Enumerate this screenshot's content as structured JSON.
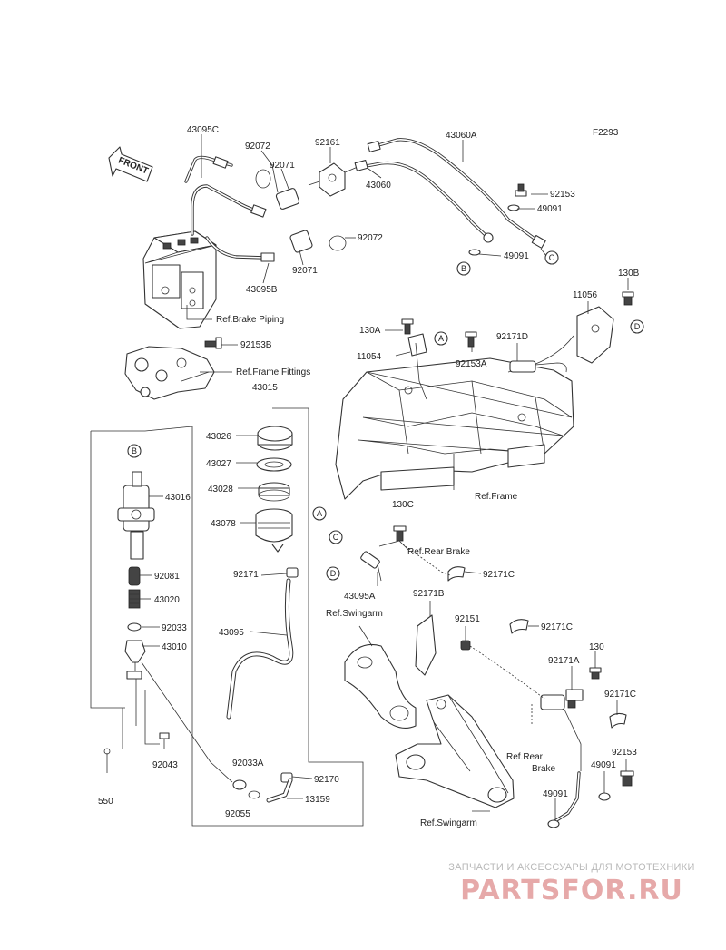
{
  "figure_code": "F2293",
  "front_arrow": "FRONT",
  "callouts": [
    "A",
    "B",
    "C",
    "D"
  ],
  "parts": {
    "p43095C": "43095C",
    "p92072a": "92072",
    "p92071a": "92071",
    "p92161": "92161",
    "p43060A": "43060A",
    "p43060": "43060",
    "p92153a": "92153",
    "p49091a": "49091",
    "p49091b": "49091",
    "p92072b": "92072",
    "p92071b": "92071",
    "p43095B": "43095B",
    "p130B": "130B",
    "p11056": "11056",
    "p130A": "130A",
    "p11054": "11054",
    "p92171D": "92171D",
    "p92153A": "92153A",
    "p92153B": "92153B",
    "p43015": "43015",
    "p43026": "43026",
    "p43027": "43027",
    "p43028": "43028",
    "p43078": "43078",
    "p43016": "43016",
    "p92081": "92081",
    "p43020": "43020",
    "p92033": "92033",
    "p43010": "43010",
    "p92043": "92043",
    "p550": "550",
    "p92171": "92171",
    "p43095": "43095",
    "p92033A": "92033A",
    "p92170": "92170",
    "p13159": "13159",
    "p92055": "92055",
    "p130C": "130C",
    "p43095A": "43095A",
    "p92171C_a": "92171C",
    "p92171B": "92171B",
    "p92151": "92151",
    "p92171C_b": "92171C",
    "p130": "130",
    "p92171A": "92171A",
    "p92171C_c": "92171C",
    "p92153b": "92153",
    "p49091c": "49091",
    "p49091d": "49091"
  },
  "refs": {
    "brake_piping": "Ref.Brake Piping",
    "frame_fittings": "Ref.Frame Fittings",
    "frame": "Ref.Frame",
    "rear_brake_top": "Ref.Rear Brake",
    "swingarm_top": "Ref.Swingarm",
    "rear_brake_bottom_1": "Ref.Rear",
    "rear_brake_bottom_2": "Brake",
    "swingarm_bottom": "Ref.Swingarm"
  },
  "watermark": {
    "line1": "ЗАПЧАСТИ И АКСЕССУАРЫ ДЛЯ МОТОТЕХНИКИ",
    "brand": "PARTSFOR.RU"
  }
}
